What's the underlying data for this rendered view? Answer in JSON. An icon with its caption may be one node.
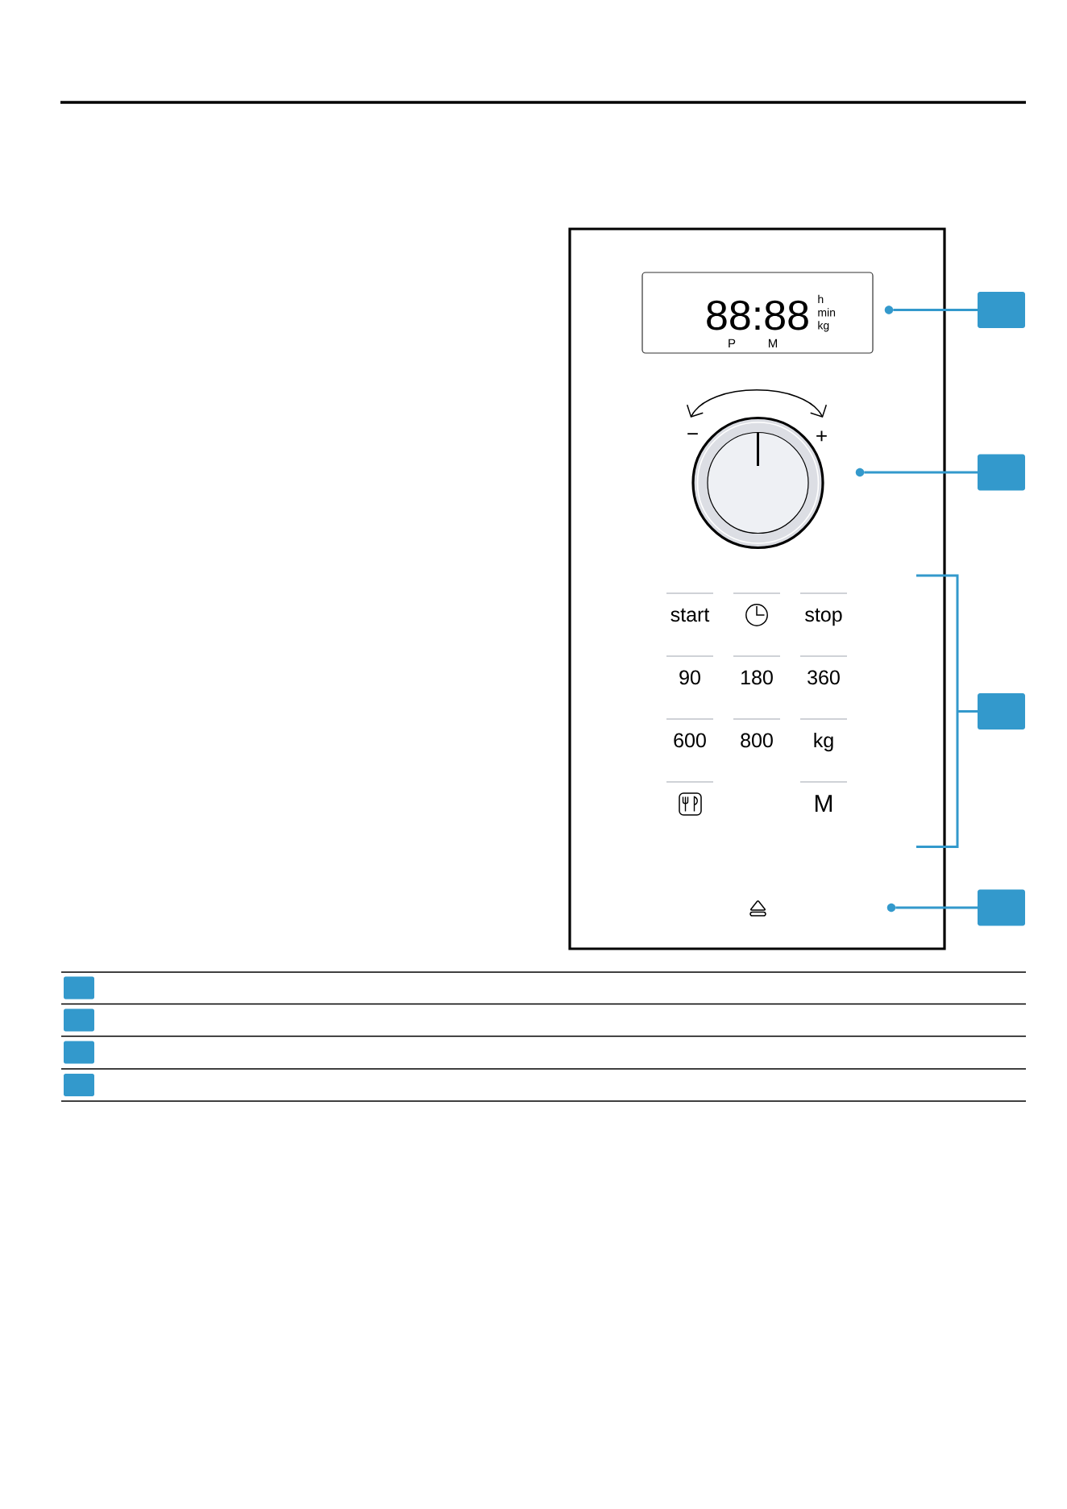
{
  "diagram": {
    "nodes": [
      {
        "text": [],
        "shape": "box"
      },
      {
        "text": [
          "88:88",
          "h",
          "min",
          "kg",
          "P",
          "M"
        ],
        "in": 0
      },
      {
        "text": [],
        "shape": "circle",
        "in": 0,
        "beside": [
          "−",
          "+"
        ]
      },
      {
        "text": [],
        "shape": "bracket"
      },
      {
        "text": [],
        "shape": "circle",
        "in": 0
      },
      {
        "text": [],
        "shape": "circle",
        "in": 0
      },
      {
        "text": [],
        "shape": "circle",
        "in": 0
      },
      {
        "text": [],
        "shape": "box"
      },
      {
        "text": [],
        "shape": "box"
      },
      {
        "text": [],
        "shape": "box"
      },
      {
        "text": [],
        "shape": "box"
      },
      {
        "text": [],
        "shape": "box"
      },
      {
        "text": [],
        "shape": "box"
      },
      {
        "text": [],
        "shape": "box"
      },
      {
        "text": [],
        "shape": "box"
      }
    ],
    "edges": [
      {
        "from": 7,
        "to": 4,
        "arrow": "none"
      },
      {
        "from": 8,
        "to": 5,
        "arrow": "none"
      },
      {
        "from": 9,
        "to": 3,
        "arrow": "none"
      },
      {
        "from": 10,
        "to": 6,
        "arrow": "none"
      }
    ],
    "labels": [
      "start",
      "stop",
      "90",
      "180",
      "360",
      "600",
      "800",
      "kg",
      "M"
    ]
  }
}
